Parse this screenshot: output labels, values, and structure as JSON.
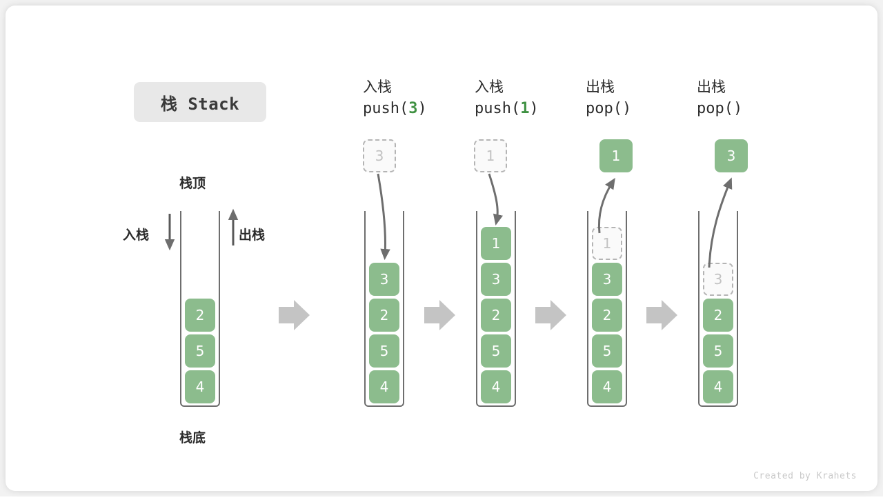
{
  "title": {
    "text": "栈 Stack"
  },
  "labels": {
    "top": "栈顶",
    "bottom": "栈底",
    "push_side": "入栈",
    "pop_side": "出栈"
  },
  "footer": {
    "text": "Created by Krahets"
  },
  "colors": {
    "cell_green": "#8cbc8d",
    "code_green": "#3f9142",
    "ghost_border": "#b4b4b4",
    "ghost_text": "#c2c2c2",
    "container_border": "#6e6e6e",
    "arrow_gray": "#6e6e6e",
    "step_arrow_gray": "#c4c4c4",
    "chip_bg": "#e8e8e8",
    "card_bg": "#ffffff",
    "page_bg": "#f2f2f2"
  },
  "columns": [
    {
      "id": "initial",
      "head_cn": "",
      "head_code": "",
      "head_num": "",
      "cells": [
        "2",
        "5",
        "4"
      ],
      "ghost_top": null,
      "float_cell": null
    },
    {
      "id": "push-3",
      "head_cn": "入栈",
      "head_code_prefix": "push(",
      "head_num": "3",
      "head_code_suffix": ")",
      "cells": [
        "3",
        "2",
        "5",
        "4"
      ],
      "ghost_top": null,
      "float_cell": {
        "value": "3",
        "style": "ghost"
      }
    },
    {
      "id": "push-1",
      "head_cn": "入栈",
      "head_code_prefix": "push(",
      "head_num": "1",
      "head_code_suffix": ")",
      "cells": [
        "1",
        "3",
        "2",
        "5",
        "4"
      ],
      "ghost_top": null,
      "float_cell": {
        "value": "1",
        "style": "ghost"
      }
    },
    {
      "id": "pop-1",
      "head_cn": "出栈",
      "head_code_prefix": "pop(",
      "head_num": "",
      "head_code_suffix": ")",
      "cells": [
        "3",
        "2",
        "5",
        "4"
      ],
      "ghost_top": "1",
      "float_cell": {
        "value": "1",
        "style": "solid"
      }
    },
    {
      "id": "pop-2",
      "head_cn": "出栈",
      "head_code_prefix": "pop(",
      "head_num": "",
      "head_code_suffix": ")",
      "cells": [
        "2",
        "5",
        "4"
      ],
      "ghost_top": "3",
      "float_cell": {
        "value": "3",
        "style": "solid"
      }
    }
  ],
  "step_arrows": 4
}
